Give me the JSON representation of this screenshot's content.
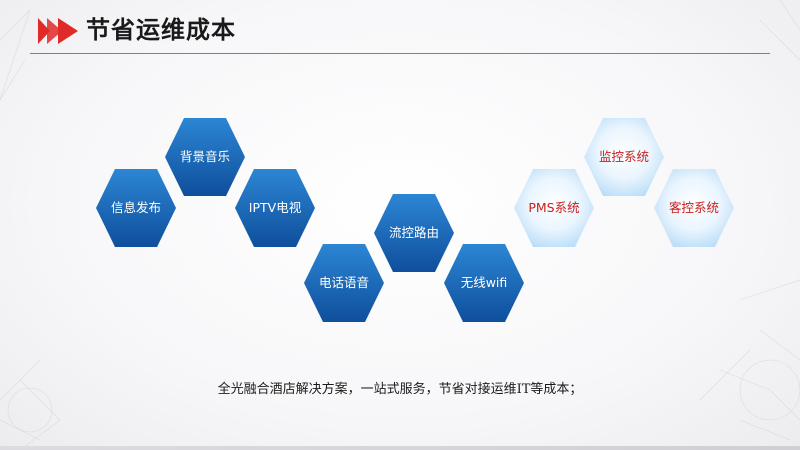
{
  "header": {
    "title": "节省运维成本"
  },
  "theme": {
    "accent": "#e02a28",
    "hex_blue_dark": "#0f4f9c",
    "hex_blue_light": "#2c86d4",
    "hex_pale": "#cfe8fb",
    "text_red": "#c8201c"
  },
  "hexagons": [
    {
      "label": "信息发布",
      "style": "blue"
    },
    {
      "label": "背景音乐",
      "style": "blue"
    },
    {
      "label": "IPTV电视",
      "style": "blue"
    },
    {
      "label": "电话语音",
      "style": "blue"
    },
    {
      "label": "流控路由",
      "style": "blue"
    },
    {
      "label": "无线wifi",
      "style": "blue"
    },
    {
      "label": "PMS系统",
      "style": "light"
    },
    {
      "label": "监控系统",
      "style": "light"
    },
    {
      "label": "客控系统",
      "style": "light"
    }
  ],
  "caption": "全光融合酒店解决方案，一站式服务，节省对接运维IT等成本；"
}
